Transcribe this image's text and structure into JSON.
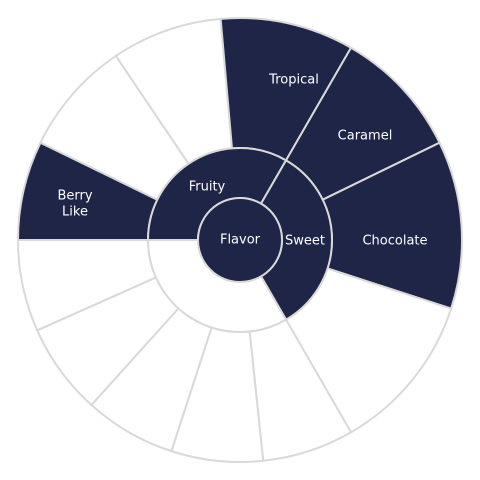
{
  "colors": {
    "selected": "#1f2547",
    "unselected": "#ffffff",
    "border": "#d9d9d9",
    "label_text": "#ffffff"
  },
  "wheel": {
    "center": {
      "label": "Flavor",
      "selected": true
    },
    "groups": [
      {
        "label": "Fruity",
        "selected": true,
        "segments": [
          {
            "label": "Berry Like",
            "lines": [
              "Berry",
              "Like"
            ],
            "selected": true
          },
          {
            "label": "",
            "lines": [],
            "selected": false
          },
          {
            "label": "",
            "lines": [],
            "selected": false
          },
          {
            "label": "Tropical",
            "lines": [
              "Tropical"
            ],
            "selected": true
          }
        ]
      },
      {
        "label": "Sweet",
        "selected": true,
        "segments": [
          {
            "label": "Caramel",
            "lines": [
              "Caramel"
            ],
            "selected": true
          },
          {
            "label": "Chocolate",
            "lines": [
              "Chocolate"
            ],
            "selected": true
          },
          {
            "label": "",
            "lines": [],
            "selected": false
          }
        ]
      },
      {
        "label": "",
        "selected": false,
        "segments": [
          {
            "label": "",
            "lines": [],
            "selected": false
          },
          {
            "label": "",
            "lines": [],
            "selected": false
          },
          {
            "label": "",
            "lines": [],
            "selected": false
          },
          {
            "label": "",
            "lines": [],
            "selected": false
          },
          {
            "label": "",
            "lines": [],
            "selected": false
          }
        ]
      }
    ]
  }
}
